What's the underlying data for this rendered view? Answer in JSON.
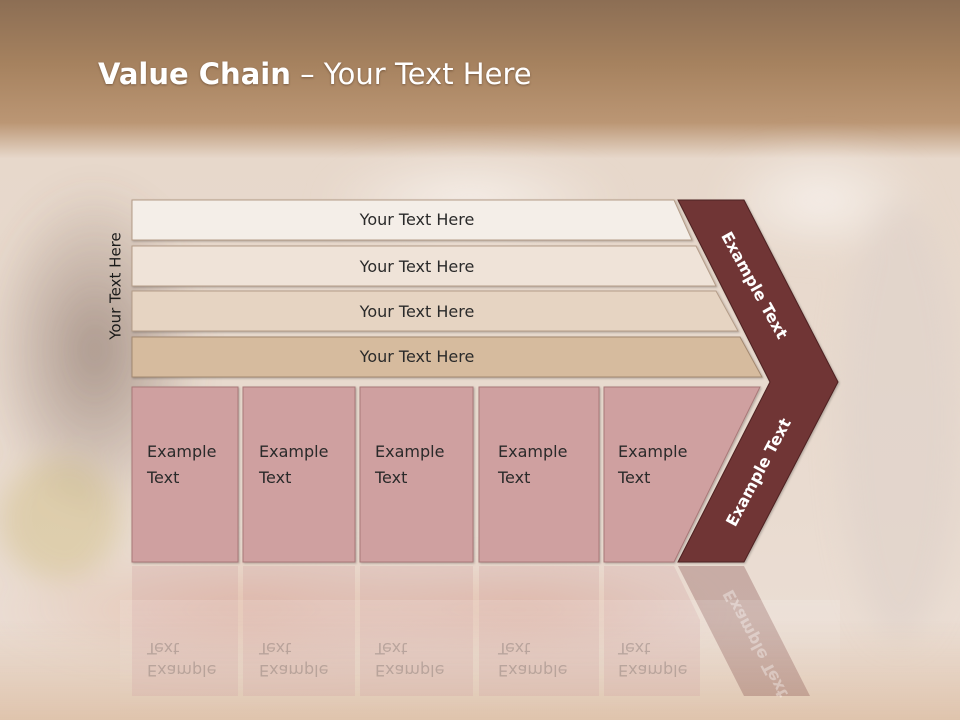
{
  "slide": {
    "title_bold": "Value Chain",
    "title_rest": " – Your Text Here",
    "side_label": "Your Text Here",
    "bars": [
      {
        "label": "Your Text Here"
      },
      {
        "label": "Your Text Here"
      },
      {
        "label": "Your Text Here"
      },
      {
        "label": "Your Text Here"
      }
    ],
    "boxes": [
      {
        "line1": "Example",
        "line2": "Text"
      },
      {
        "line1": "Example",
        "line2": "Text"
      },
      {
        "line1": "Example",
        "line2": "Text"
      },
      {
        "line1": "Example",
        "line2": "Text"
      },
      {
        "line1": "Example",
        "line2": "Text"
      }
    ],
    "chevron_top_label": "Example Text",
    "chevron_bottom_label": "Example Text"
  },
  "colors": {
    "bar_fills": [
      "#f4eee8",
      "#efe3d8",
      "#e6d4c2",
      "#d6bb9e"
    ],
    "box_fill": "#cfa0a0",
    "chevron_fill": "#6f3434",
    "title_color": "#ffffff"
  }
}
